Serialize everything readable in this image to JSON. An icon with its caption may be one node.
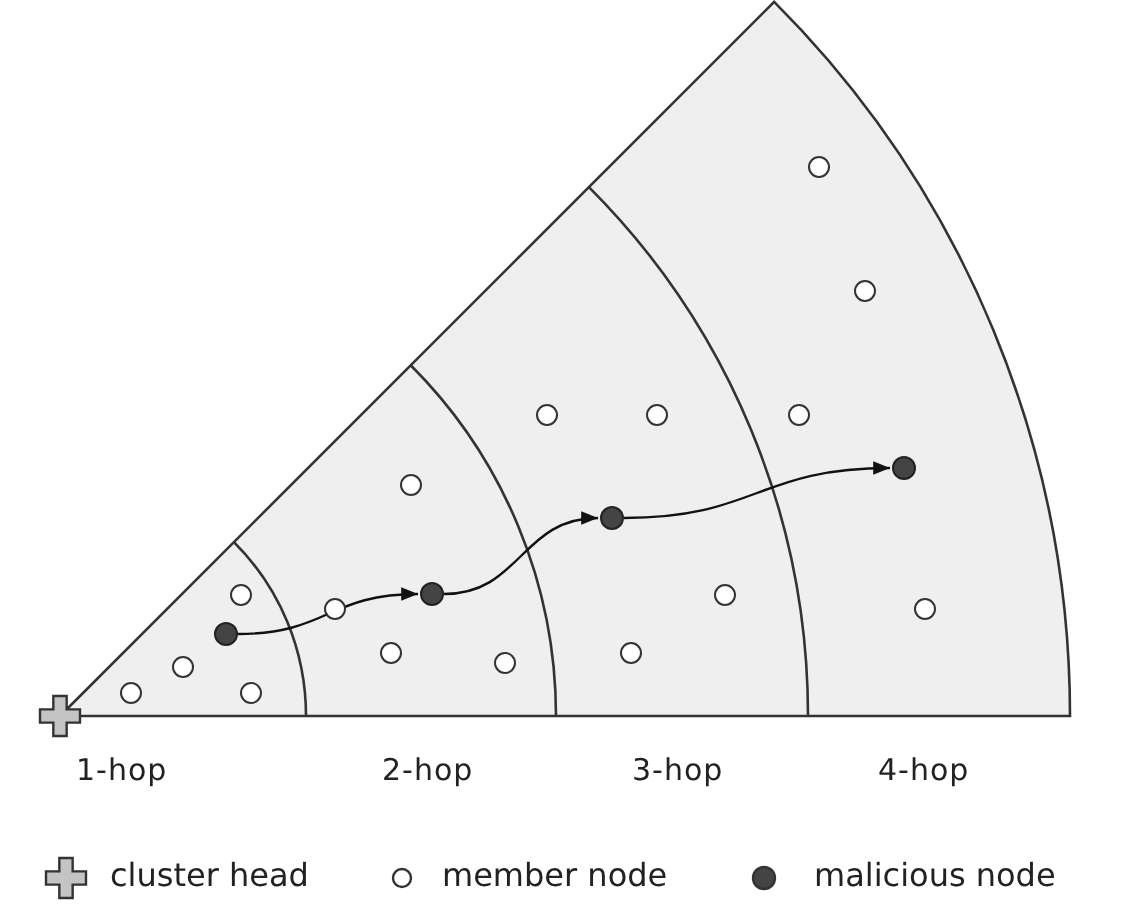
{
  "diagram": {
    "nodes": [
      {
        "text": [],
        "shape": "circle"
      },
      {
        "text": [],
        "shape": "circle"
      },
      {
        "text": [],
        "shape": "dot"
      },
      {
        "text": [],
        "shape": "circle"
      },
      {
        "text": [],
        "shape": "circle"
      },
      {
        "text": [],
        "shape": "circle"
      },
      {
        "text": [],
        "shape": "circle"
      },
      {
        "text": [],
        "shape": "circle"
      },
      {
        "text": [],
        "shape": "dot"
      },
      {
        "text": [],
        "shape": "circle"
      },
      {
        "text": [],
        "shape": "circle"
      },
      {
        "text": [],
        "shape": "dot"
      },
      {
        "text": [],
        "shape": "circle"
      },
      {
        "text": [],
        "shape": "circle"
      },
      {
        "text": [],
        "shape": "circle"
      },
      {
        "text": [],
        "shape": "circle"
      },
      {
        "text": [],
        "shape": "circle"
      },
      {
        "text": [],
        "shape": "circle"
      },
      {
        "text": [],
        "shape": "dot"
      },
      {
        "text": [],
        "shape": "circle"
      }
    ],
    "edges": [
      {
        "from": 2,
        "to": 8,
        "arrow": "to"
      },
      {
        "from": 8,
        "to": 11,
        "arrow": "to"
      },
      {
        "from": 11,
        "to": 18,
        "arrow": "to"
      }
    ],
    "labels": [
      "1-hop",
      "2-hop",
      "3-hop",
      "4-hop"
    ],
    "legend": [
      {
        "text": "cluster head"
      },
      {
        "text": "member node"
      },
      {
        "text": "malicious node"
      }
    ]
  }
}
